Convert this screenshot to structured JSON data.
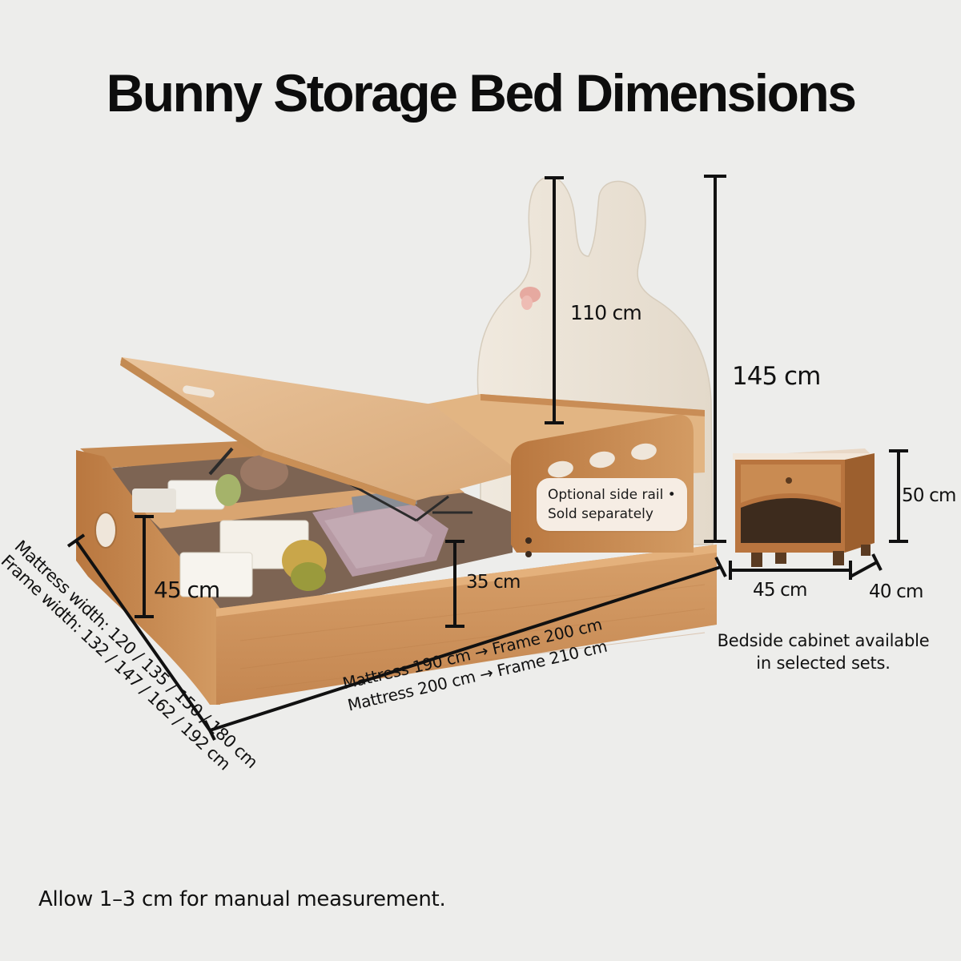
{
  "title": "Bunny Storage Bed Dimensions",
  "dimensions": {
    "headboard_height": "110 cm",
    "total_height": "145 cm",
    "storage_depth": "45 cm",
    "rail_height": "35 cm",
    "cabinet_height": "50 cm",
    "cabinet_width": "45 cm",
    "cabinet_depth": "40 cm"
  },
  "side_rail_note": {
    "line1": "Optional side rail •",
    "line2": "Sold separately"
  },
  "length_labels": {
    "line1": "Mattress 190 cm → Frame 200 cm",
    "line2": "Mattress 200 cm → Frame 210 cm"
  },
  "width_labels": {
    "line1": "Mattress width: 120 / 135 / 150 / 180 cm",
    "line2": "Frame width: 132 / 147 / 162 / 192 cm"
  },
  "cabinet_note": {
    "line1": "Bedside cabinet available",
    "line2": "in selected sets."
  },
  "footer": "Allow 1–3 cm for manual measurement.",
  "colors": {
    "background": "#ededeb",
    "wood": "#c88d56",
    "headboard": "#ebe3d6",
    "dimension_line": "#111111"
  }
}
